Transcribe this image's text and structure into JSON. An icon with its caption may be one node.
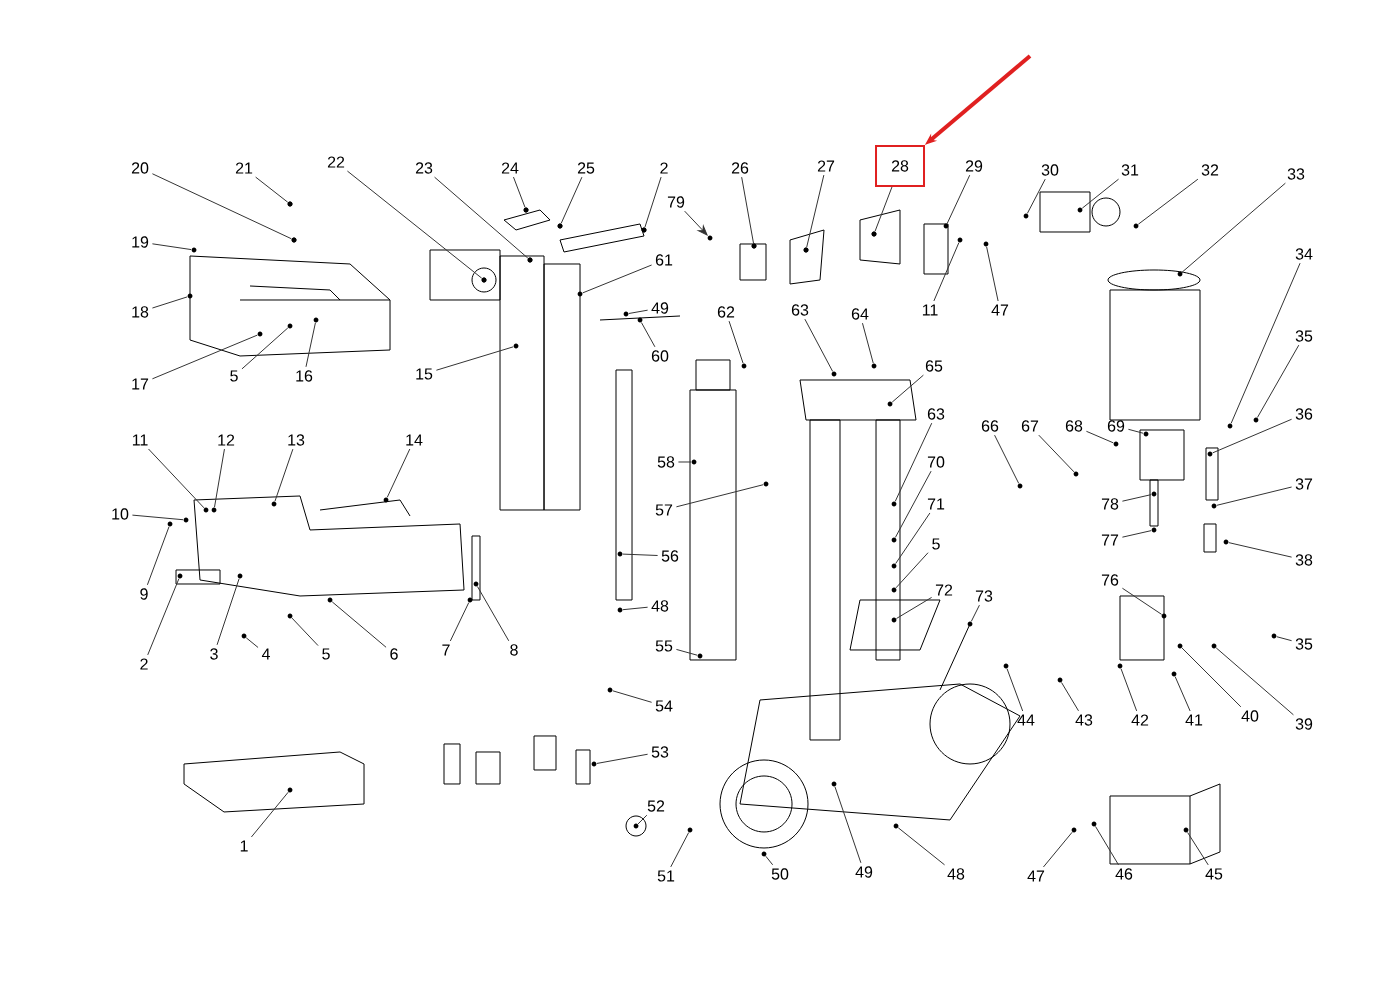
{
  "diagram": {
    "nodes": [
      {
        "text": [
          "20"
        ]
      },
      {
        "text": [
          "21"
        ]
      },
      {
        "text": [
          "22"
        ]
      },
      {
        "text": [
          "23"
        ]
      },
      {
        "text": [
          "24"
        ]
      },
      {
        "text": [
          "25"
        ]
      },
      {
        "text": [
          "2"
        ]
      },
      {
        "text": [
          "26"
        ]
      },
      {
        "text": [
          "27"
        ]
      },
      {
        "text": [
          "28"
        ]
      },
      {
        "text": [
          "29"
        ]
      },
      {
        "text": [
          "30"
        ]
      },
      {
        "text": [
          "31"
        ]
      },
      {
        "text": [
          "32"
        ]
      },
      {
        "text": [
          "33"
        ]
      },
      {
        "text": [
          "79"
        ]
      },
      {
        "text": [
          "19"
        ]
      },
      {
        "text": [
          "61"
        ]
      },
      {
        "text": [
          "34"
        ]
      },
      {
        "text": [
          "18"
        ]
      },
      {
        "text": [
          "49"
        ]
      },
      {
        "text": [
          "62"
        ]
      },
      {
        "text": [
          "63"
        ]
      },
      {
        "text": [
          "64"
        ]
      },
      {
        "text": [
          "11"
        ]
      },
      {
        "text": [
          "47"
        ]
      },
      {
        "text": [
          "35"
        ]
      },
      {
        "text": [
          "60"
        ]
      },
      {
        "text": [
          "65"
        ]
      },
      {
        "text": [
          "17"
        ]
      },
      {
        "text": [
          "5"
        ]
      },
      {
        "text": [
          "16"
        ]
      },
      {
        "text": [
          "15"
        ]
      },
      {
        "text": [
          "36"
        ]
      },
      {
        "text": [
          "63"
        ]
      },
      {
        "text": [
          "66"
        ]
      },
      {
        "text": [
          "67"
        ]
      },
      {
        "text": [
          "68"
        ]
      },
      {
        "text": [
          "69"
        ]
      },
      {
        "text": [
          "11"
        ]
      },
      {
        "text": [
          "12"
        ]
      },
      {
        "text": [
          "13"
        ]
      },
      {
        "text": [
          "14"
        ]
      },
      {
        "text": [
          "58"
        ]
      },
      {
        "text": [
          "70"
        ]
      },
      {
        "text": [
          "37"
        ]
      },
      {
        "text": [
          "78"
        ]
      },
      {
        "text": [
          "71"
        ]
      },
      {
        "text": [
          "57"
        ]
      },
      {
        "text": [
          "10"
        ]
      },
      {
        "text": [
          "77"
        ]
      },
      {
        "text": [
          "5"
        ]
      },
      {
        "text": [
          "56"
        ]
      },
      {
        "text": [
          "38"
        ]
      },
      {
        "text": [
          "76"
        ]
      },
      {
        "text": [
          "72"
        ]
      },
      {
        "text": [
          "9"
        ]
      },
      {
        "text": [
          "73"
        ]
      },
      {
        "text": [
          "48"
        ]
      },
      {
        "text": [
          "35"
        ]
      },
      {
        "text": [
          "55"
        ]
      },
      {
        "text": [
          "3"
        ]
      },
      {
        "text": [
          "2"
        ]
      },
      {
        "text": [
          "4"
        ]
      },
      {
        "text": [
          "5"
        ]
      },
      {
        "text": [
          "6"
        ]
      },
      {
        "text": [
          "7"
        ]
      },
      {
        "text": [
          "8"
        ]
      },
      {
        "text": [
          "54"
        ]
      },
      {
        "text": [
          "44"
        ]
      },
      {
        "text": [
          "43"
        ]
      },
      {
        "text": [
          "42"
        ]
      },
      {
        "text": [
          "41"
        ]
      },
      {
        "text": [
          "40"
        ]
      },
      {
        "text": [
          "39"
        ]
      },
      {
        "text": [
          "53"
        ]
      },
      {
        "text": [
          "52"
        ]
      },
      {
        "text": [
          "1"
        ]
      },
      {
        "text": [
          "51"
        ]
      },
      {
        "text": [
          "50"
        ]
      },
      {
        "text": [
          "49"
        ]
      },
      {
        "text": [
          "48"
        ]
      },
      {
        "text": [
          "47"
        ]
      },
      {
        "text": [
          "46"
        ]
      },
      {
        "text": [
          "45"
        ]
      },
      {
        "text": [],
        "shape": "dot"
      },
      {
        "text": [],
        "shape": "dot"
      },
      {
        "text": [],
        "shape": "dot"
      },
      {
        "text": [],
        "shape": "dot"
      },
      {
        "text": [],
        "shape": "dot"
      },
      {
        "text": [],
        "shape": "dot"
      },
      {
        "text": [],
        "shape": "dot"
      },
      {
        "text": [],
        "shape": "dot"
      },
      {
        "text": [],
        "shape": "dot"
      },
      {
        "text": [],
        "shape": "dot"
      },
      {
        "text": [],
        "shape": "dot"
      },
      {
        "text": [],
        "shape": "dot"
      },
      {
        "text": [],
        "shape": "dot"
      },
      {
        "text": [],
        "shape": "dot"
      },
      {
        "text": [],
        "shape": "dot"
      },
      {
        "text": [],
        "shape": "dot"
      },
      {
        "text": [],
        "shape": "dot"
      },
      {
        "text": [],
        "shape": "dot"
      },
      {
        "text": [],
        "shape": "dot"
      },
      {
        "text": [],
        "shape": "dot"
      },
      {
        "text": [],
        "shape": "dot"
      },
      {
        "text": [],
        "shape": "dot"
      },
      {
        "text": [],
        "shape": "dot"
      },
      {
        "text": [],
        "shape": "dot"
      },
      {
        "text": [],
        "shape": "dot"
      },
      {
        "text": [],
        "shape": "dot"
      },
      {
        "text": [],
        "shape": "dot"
      },
      {
        "text": [],
        "shape": "dot"
      },
      {
        "text": [],
        "shape": "dot"
      },
      {
        "text": [],
        "shape": "dot"
      },
      {
        "text": [],
        "shape": "dot"
      },
      {
        "text": [],
        "shape": "dot"
      },
      {
        "text": [],
        "shape": "dot"
      },
      {
        "text": [],
        "shape": "dot"
      },
      {
        "text": [],
        "shape": "dot"
      },
      {
        "text": [],
        "shape": "dot"
      },
      {
        "text": [],
        "shape": "dot"
      },
      {
        "text": [],
        "shape": "dot"
      },
      {
        "text": [],
        "shape": "dot"
      },
      {
        "text": [],
        "shape": "dot"
      },
      {
        "text": [],
        "shape": "dot"
      },
      {
        "text": [],
        "shape": "dot"
      },
      {
        "text": [],
        "shape": "dot"
      },
      {
        "text": [],
        "shape": "dot"
      },
      {
        "text": [],
        "shape": "dot"
      },
      {
        "text": [],
        "shape": "dot"
      },
      {
        "text": [],
        "shape": "dot"
      },
      {
        "text": [],
        "shape": "dot"
      },
      {
        "text": [],
        "shape": "dot"
      },
      {
        "text": [],
        "shape": "dot"
      },
      {
        "text": [],
        "shape": "dot"
      },
      {
        "text": [],
        "shape": "dot"
      },
      {
        "text": [],
        "shape": "dot"
      },
      {
        "text": [],
        "shape": "dot"
      },
      {
        "text": [],
        "shape": "dot"
      },
      {
        "text": [],
        "shape": "dot"
      },
      {
        "text": [],
        "shape": "dot"
      },
      {
        "text": [],
        "shape": "dot"
      },
      {
        "text": [],
        "shape": "dot"
      },
      {
        "text": [],
        "shape": "dot"
      },
      {
        "text": [],
        "shape": "dot"
      },
      {
        "text": [],
        "shape": "dot"
      },
      {
        "text": [],
        "shape": "dot"
      },
      {
        "text": [],
        "shape": "dot"
      },
      {
        "text": [],
        "shape": "dot"
      },
      {
        "text": [],
        "shape": "dot"
      },
      {
        "text": [],
        "shape": "dot"
      },
      {
        "text": [],
        "shape": "dot"
      },
      {
        "text": [],
        "shape": "dot"
      },
      {
        "text": [],
        "shape": "dot"
      },
      {
        "text": [],
        "shape": "dot"
      },
      {
        "text": [],
        "shape": "dot"
      },
      {
        "text": [],
        "shape": "dot"
      },
      {
        "text": [],
        "shape": "dot"
      },
      {
        "text": [],
        "shape": "dot"
      },
      {
        "text": [],
        "shape": "dot"
      },
      {
        "text": [],
        "shape": "dot"
      },
      {
        "text": [],
        "shape": "dot"
      },
      {
        "text": [],
        "shape": "dot"
      },
      {
        "text": [],
        "shape": "dot"
      },
      {
        "text": [],
        "shape": "dot"
      },
      {
        "text": [],
        "shape": "dot"
      },
      {
        "text": [],
        "shape": "dot"
      },
      {
        "text": [],
        "shape": "dot"
      },
      {
        "text": [],
        "shape": "dot"
      },
      {
        "text": [],
        "shape": "dot"
      },
      {
        "text": [],
        "shape": "dot"
      },
      {
        "text": [],
        "shape": "dot"
      },
      {
        "text": [],
        "shape": "dot"
      },
      {
        "text": [],
        "shape": "dot"
      },
      {
        "text": [],
        "shape": "dot"
      },
      {
        "text": [],
        "shape": "dot"
      },
      {
        "text": [],
        "shape": "dot"
      },
      {
        "text": [],
        "shape": "dot"
      },
      {
        "text": [],
        "shape": "dot"
      }
    ],
    "edges": [
      {
        "from": 0,
        "to": 85,
        "arrow": "none"
      },
      {
        "from": 1,
        "to": 86,
        "arrow": "none"
      },
      {
        "from": 2,
        "to": 87,
        "arrow": "none"
      },
      {
        "from": 3,
        "to": 88,
        "arrow": "none"
      },
      {
        "from": 4,
        "to": 89,
        "arrow": "none"
      },
      {
        "from": 5,
        "to": 90,
        "arrow": "none"
      },
      {
        "from": 6,
        "to": 91,
        "arrow": "none"
      },
      {
        "from": 7,
        "to": 92,
        "arrow": "none"
      },
      {
        "from": 8,
        "to": 93,
        "arrow": "none"
      },
      {
        "from": 9,
        "to": 94,
        "arrow": "none"
      },
      {
        "from": 10,
        "to": 95,
        "arrow": "none"
      },
      {
        "from": 11,
        "to": 96,
        "arrow": "none"
      },
      {
        "from": 12,
        "to": 97,
        "arrow": "none"
      },
      {
        "from": 13,
        "to": 98,
        "arrow": "none"
      },
      {
        "from": 14,
        "to": 99,
        "arrow": "none"
      },
      {
        "from": 15,
        "to": 100,
        "arrow": "to"
      },
      {
        "from": 16,
        "to": 101,
        "arrow": "none"
      },
      {
        "from": 17,
        "to": 102,
        "arrow": "none"
      },
      {
        "from": 18,
        "to": 103,
        "arrow": "none"
      },
      {
        "from": 19,
        "to": 104,
        "arrow": "none"
      },
      {
        "from": 20,
        "to": 105,
        "arrow": "none"
      },
      {
        "from": 21,
        "to": 106,
        "arrow": "none"
      },
      {
        "from": 22,
        "to": 107,
        "arrow": "none"
      },
      {
        "from": 23,
        "to": 108,
        "arrow": "none"
      },
      {
        "from": 24,
        "to": 109,
        "arrow": "none"
      },
      {
        "from": 25,
        "to": 110,
        "arrow": "none"
      },
      {
        "from": 26,
        "to": 111,
        "arrow": "none"
      },
      {
        "from": 27,
        "to": 112,
        "arrow": "none"
      },
      {
        "from": 28,
        "to": 113,
        "arrow": "none"
      },
      {
        "from": 29,
        "to": 114,
        "arrow": "none"
      },
      {
        "from": 30,
        "to": 115,
        "arrow": "none"
      },
      {
        "from": 31,
        "to": 116,
        "arrow": "none"
      },
      {
        "from": 32,
        "to": 117,
        "arrow": "none"
      },
      {
        "from": 33,
        "to": 118,
        "arrow": "none"
      },
      {
        "from": 34,
        "to": 119,
        "arrow": "none"
      },
      {
        "from": 35,
        "to": 120,
        "arrow": "none"
      },
      {
        "from": 36,
        "to": 121,
        "arrow": "none"
      },
      {
        "from": 37,
        "to": 122,
        "arrow": "none"
      },
      {
        "from": 38,
        "to": 123,
        "arrow": "none"
      },
      {
        "from": 39,
        "to": 124,
        "arrow": "none"
      },
      {
        "from": 40,
        "to": 125,
        "arrow": "none"
      },
      {
        "from": 41,
        "to": 126,
        "arrow": "none"
      },
      {
        "from": 42,
        "to": 127,
        "arrow": "none"
      },
      {
        "from": 43,
        "to": 128,
        "arrow": "none"
      },
      {
        "from": 44,
        "to": 129,
        "arrow": "none"
      },
      {
        "from": 45,
        "to": 130,
        "arrow": "none"
      },
      {
        "from": 46,
        "to": 131,
        "arrow": "none"
      },
      {
        "from": 47,
        "to": 132,
        "arrow": "none"
      },
      {
        "from": 48,
        "to": 133,
        "arrow": "none"
      },
      {
        "from": 49,
        "to": 134,
        "arrow": "none"
      },
      {
        "from": 50,
        "to": 135,
        "arrow": "none"
      },
      {
        "from": 51,
        "to": 136,
        "arrow": "none"
      },
      {
        "from": 52,
        "to": 137,
        "arrow": "none"
      },
      {
        "from": 53,
        "to": 138,
        "arrow": "none"
      },
      {
        "from": 54,
        "to": 139,
        "arrow": "none"
      },
      {
        "from": 55,
        "to": 140,
        "arrow": "none"
      },
      {
        "from": 56,
        "to": 141,
        "arrow": "none"
      },
      {
        "from": 57,
        "to": 142,
        "arrow": "none"
      },
      {
        "from": 58,
        "to": 143,
        "arrow": "none"
      },
      {
        "from": 59,
        "to": 144,
        "arrow": "none"
      },
      {
        "from": 60,
        "to": 145,
        "arrow": "none"
      },
      {
        "from": 61,
        "to": 146,
        "arrow": "none"
      },
      {
        "from": 62,
        "to": 147,
        "arrow": "none"
      },
      {
        "from": 63,
        "to": 148,
        "arrow": "none"
      },
      {
        "from": 64,
        "to": 149,
        "arrow": "none"
      },
      {
        "from": 65,
        "to": 150,
        "arrow": "none"
      },
      {
        "from": 66,
        "to": 151,
        "arrow": "none"
      },
      {
        "from": 67,
        "to": 152,
        "arrow": "none"
      },
      {
        "from": 68,
        "to": 153,
        "arrow": "none"
      },
      {
        "from": 69,
        "to": 154,
        "arrow": "none"
      },
      {
        "from": 70,
        "to": 155,
        "arrow": "none"
      },
      {
        "from": 71,
        "to": 156,
        "arrow": "none"
      },
      {
        "from": 72,
        "to": 157,
        "arrow": "none"
      },
      {
        "from": 73,
        "to": 158,
        "arrow": "none"
      },
      {
        "from": 74,
        "to": 159,
        "arrow": "none"
      },
      {
        "from": 75,
        "to": 160,
        "arrow": "none"
      },
      {
        "from": 76,
        "to": 161,
        "arrow": "none"
      },
      {
        "from": 77,
        "to": 162,
        "arrow": "none"
      },
      {
        "from": 78,
        "to": 163,
        "arrow": "none"
      },
      {
        "from": 79,
        "to": 164,
        "arrow": "none"
      },
      {
        "from": 80,
        "to": 165,
        "arrow": "none"
      },
      {
        "from": 81,
        "to": 166,
        "arrow": "none"
      },
      {
        "from": 82,
        "to": 167,
        "arrow": "none"
      },
      {
        "from": 83,
        "to": 168,
        "arrow": "none"
      },
      {
        "from": 84,
        "to": 169,
        "arrow": "none"
      },
      {
        "from": null,
        "to": 9,
        "arrow": "to",
        "style": "thick",
        "color": "#e02020"
      }
    ]
  }
}
